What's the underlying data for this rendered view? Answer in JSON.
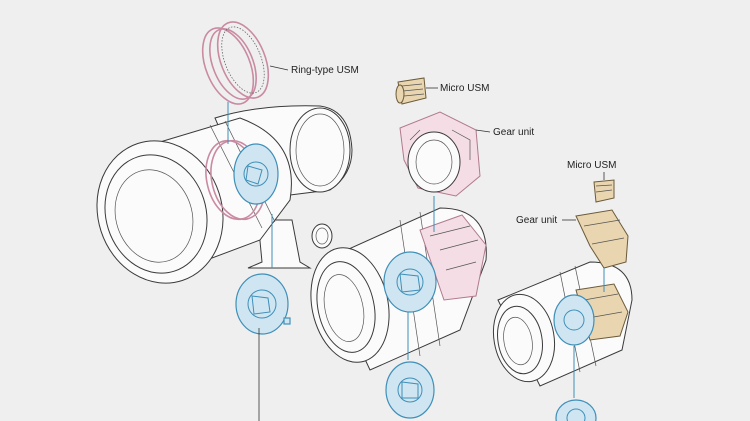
{
  "labels": {
    "ring_usm": "Ring-type USM",
    "micro_usm_1": "Micro USM",
    "gear_unit_1": "Gear unit",
    "micro_usm_2": "Micro USM",
    "gear_unit_2": "Gear unit"
  },
  "colors": {
    "background": "#efefef",
    "usm_ring": "#c98aa2",
    "aperture_unit": "#3f8fb8",
    "aperture_fill": "#cfe6f2",
    "gear_unit_fill": "#f4dde5",
    "micro_usm_fill": "#e9d6b0"
  }
}
